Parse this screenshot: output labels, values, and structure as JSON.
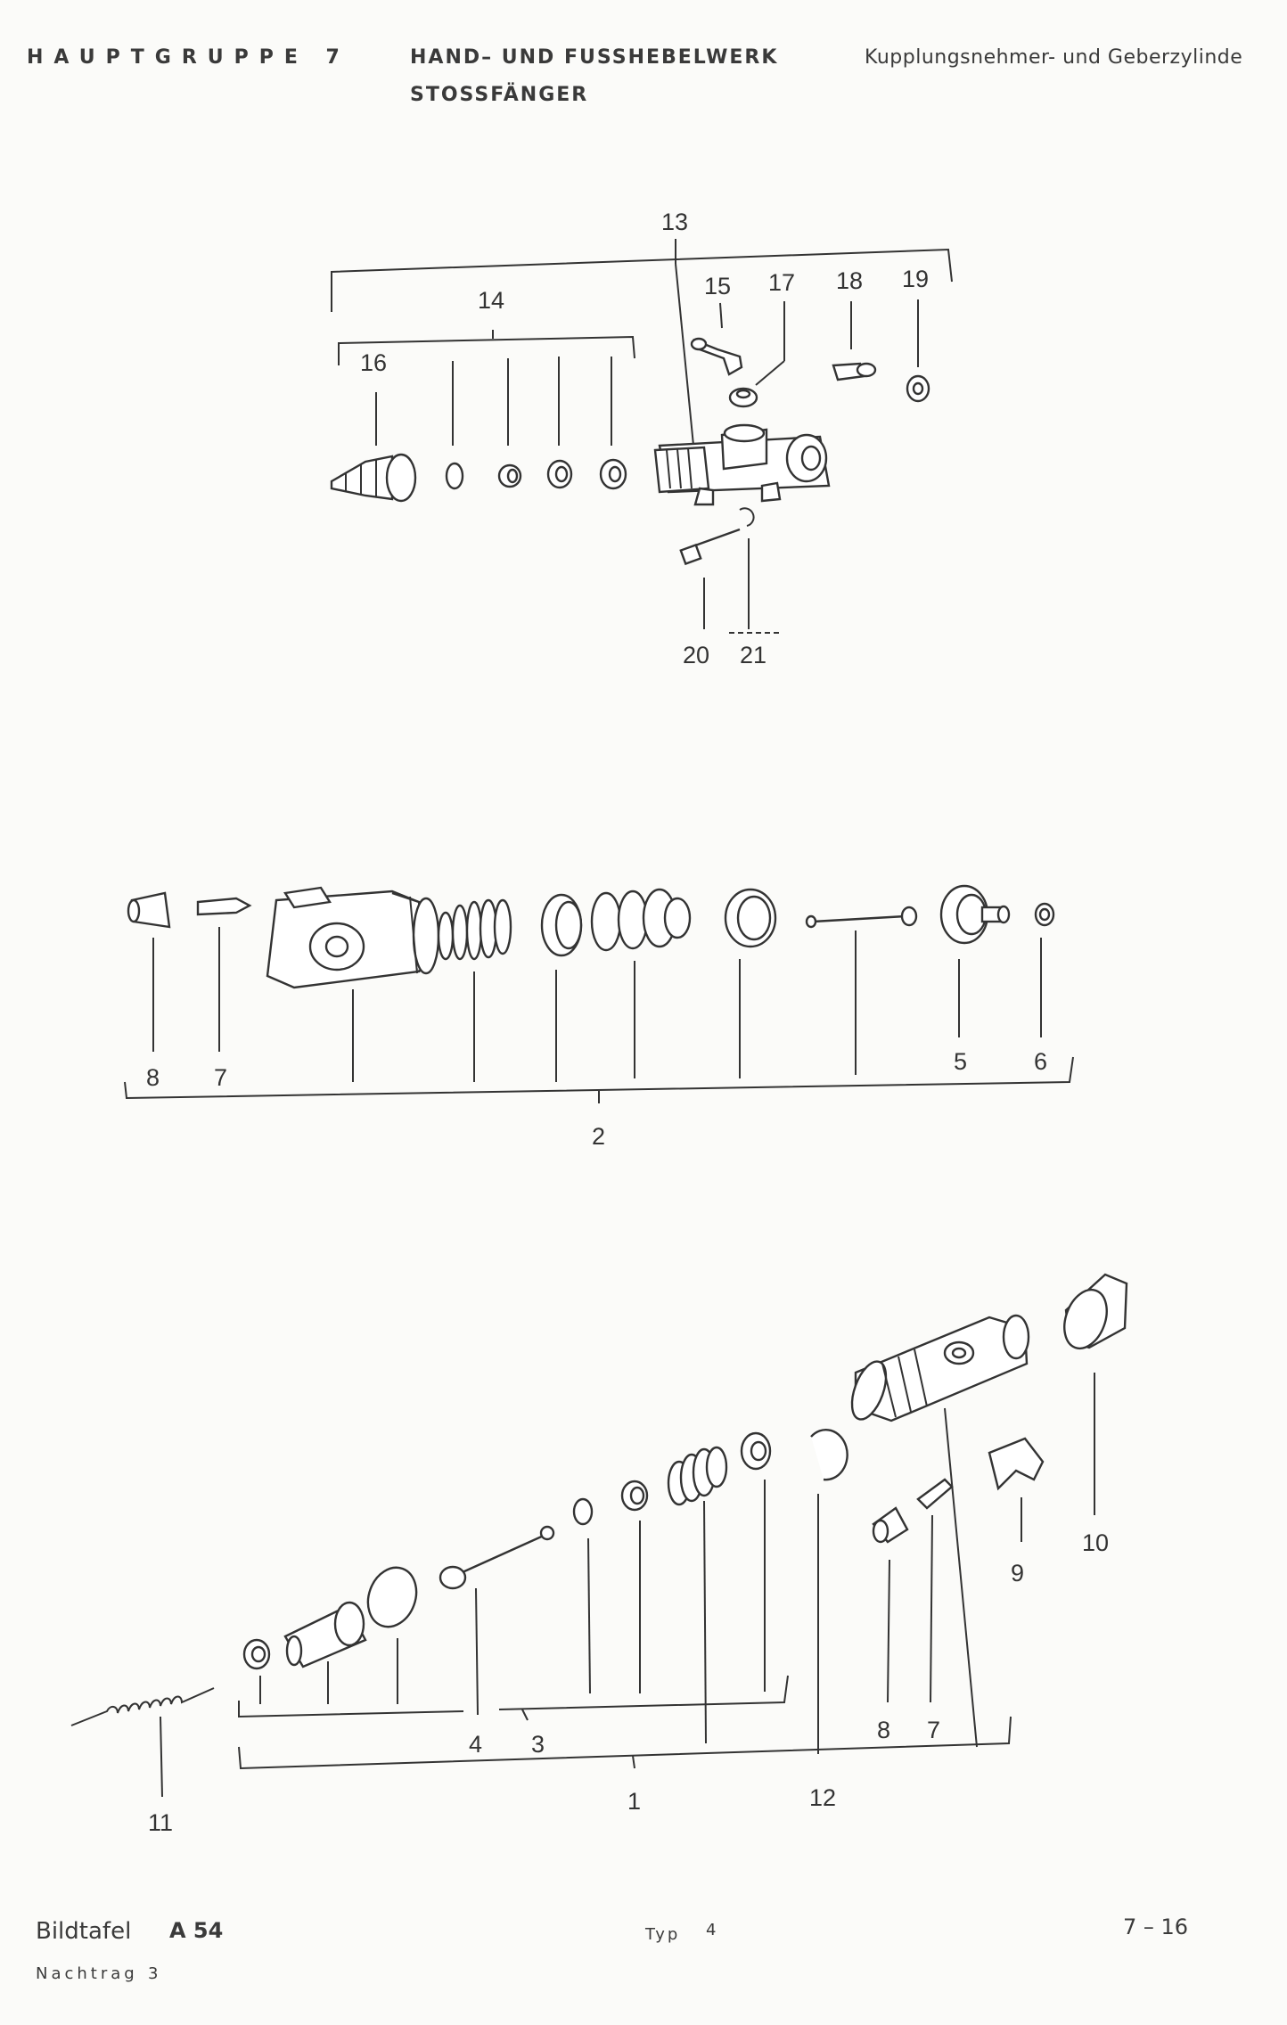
{
  "header": {
    "hauptgruppe": "HAUPTGRUPPE 7",
    "title_line1": "HAND– UND FUSSHEBELWERK",
    "title_line2": "STOSSFÄNGER",
    "subtitle": "Kupplungsnehmer- und Geberzylinde"
  },
  "diagram1": {
    "labels": {
      "l13": "13",
      "l14": "14",
      "l15": "15",
      "l16": "16",
      "l17": "17",
      "l18": "18",
      "l19": "19",
      "l20": "20",
      "l21": "21"
    }
  },
  "diagram2": {
    "labels": {
      "l8": "8",
      "l7": "7",
      "l5": "5",
      "l6": "6",
      "l2": "2"
    }
  },
  "diagram3": {
    "labels": {
      "l10": "10",
      "l9": "9",
      "l8": "8",
      "l7": "7",
      "l4": "4",
      "l3": "3",
      "l1": "1",
      "l12": "12",
      "l11": "11"
    }
  },
  "footer": {
    "bildtafel": "Bildtafel",
    "code": "A 54",
    "typ_label": "Typ",
    "typ_value": "4",
    "page": "7 – 16",
    "nachtrag_label": "Nachtrag",
    "nachtrag_value": "3"
  }
}
